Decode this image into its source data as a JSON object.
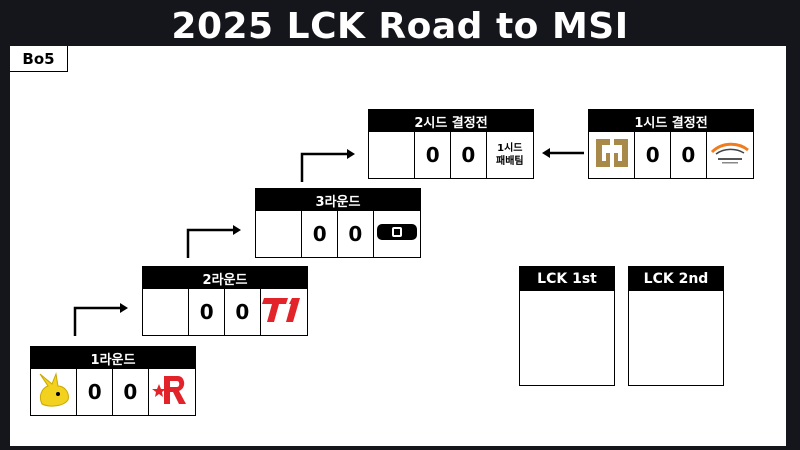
{
  "title": "2025 LCK Road to MSI",
  "format_label": "Bo5",
  "round1": {
    "label": "1라운드",
    "score_left": "0",
    "score_right": "0",
    "team_left_icon": "yellow-rabbit-logo-icon",
    "team_right_icon": "red-r-logo-icon"
  },
  "round2": {
    "label": "2라운드",
    "score_left": "0",
    "score_right": "0",
    "team_right_icon": "t1-logo-icon"
  },
  "round3": {
    "label": "3라운드",
    "score_left": "0",
    "score_right": "0",
    "team_right_icon": "kt-logo-icon"
  },
  "seed2_decider": {
    "label": "2시드 결정전",
    "score_left": "0",
    "score_right": "0",
    "team_right_text": "1시드\n패배팀"
  },
  "seed1_decider": {
    "label": "1시드 결정전",
    "score_left": "0",
    "score_right": "0",
    "team_left_icon": "gen-g-logo-icon",
    "team_right_icon": "hanwha-life-logo-icon"
  },
  "lck_1st": {
    "label": "LCK 1st"
  },
  "lck_2nd": {
    "label": "LCK 2nd"
  },
  "colors": {
    "background": "#15151c",
    "board": "#ffffff",
    "header": "#000000",
    "accent_yellow": "#f2d21e",
    "accent_red": "#e2232a",
    "genG_gold": "#a8894a",
    "hle_orange": "#f07c1e"
  }
}
